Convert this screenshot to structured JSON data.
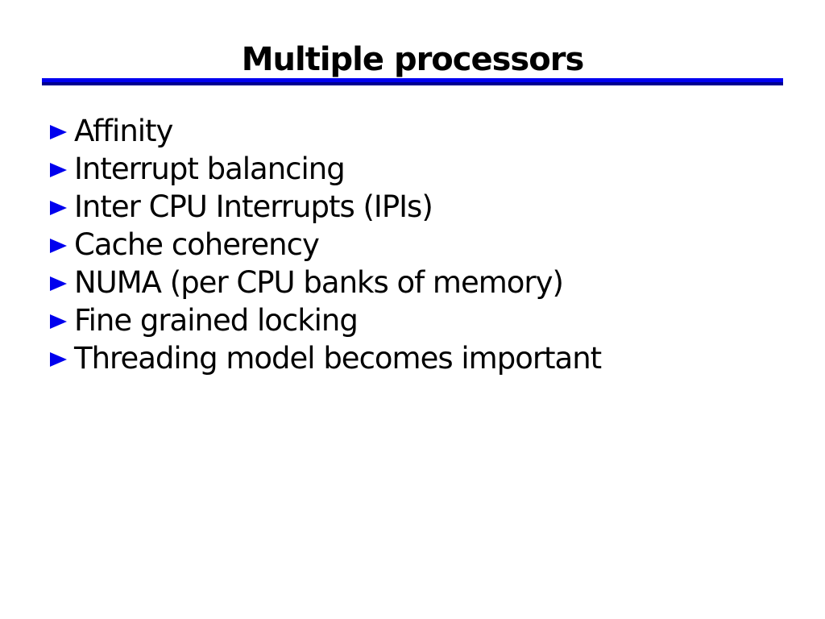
{
  "slide": {
    "title": "Multiple processors",
    "bullets": [
      "Affinity",
      "Interrupt balancing",
      "Inter CPU Interrupts (IPIs)",
      "Cache coherency",
      "NUMA (per CPU banks of memory)",
      "Fine grained locking",
      "Threading model becomes important"
    ],
    "icons": {
      "bullet": "triangle-right-icon"
    },
    "colors": {
      "accent_blue": "#0000ee",
      "rule_blue_top": "#0000f0",
      "rule_blue_bottom": "#000090",
      "text": "#000000",
      "background": "#ffffff"
    }
  }
}
